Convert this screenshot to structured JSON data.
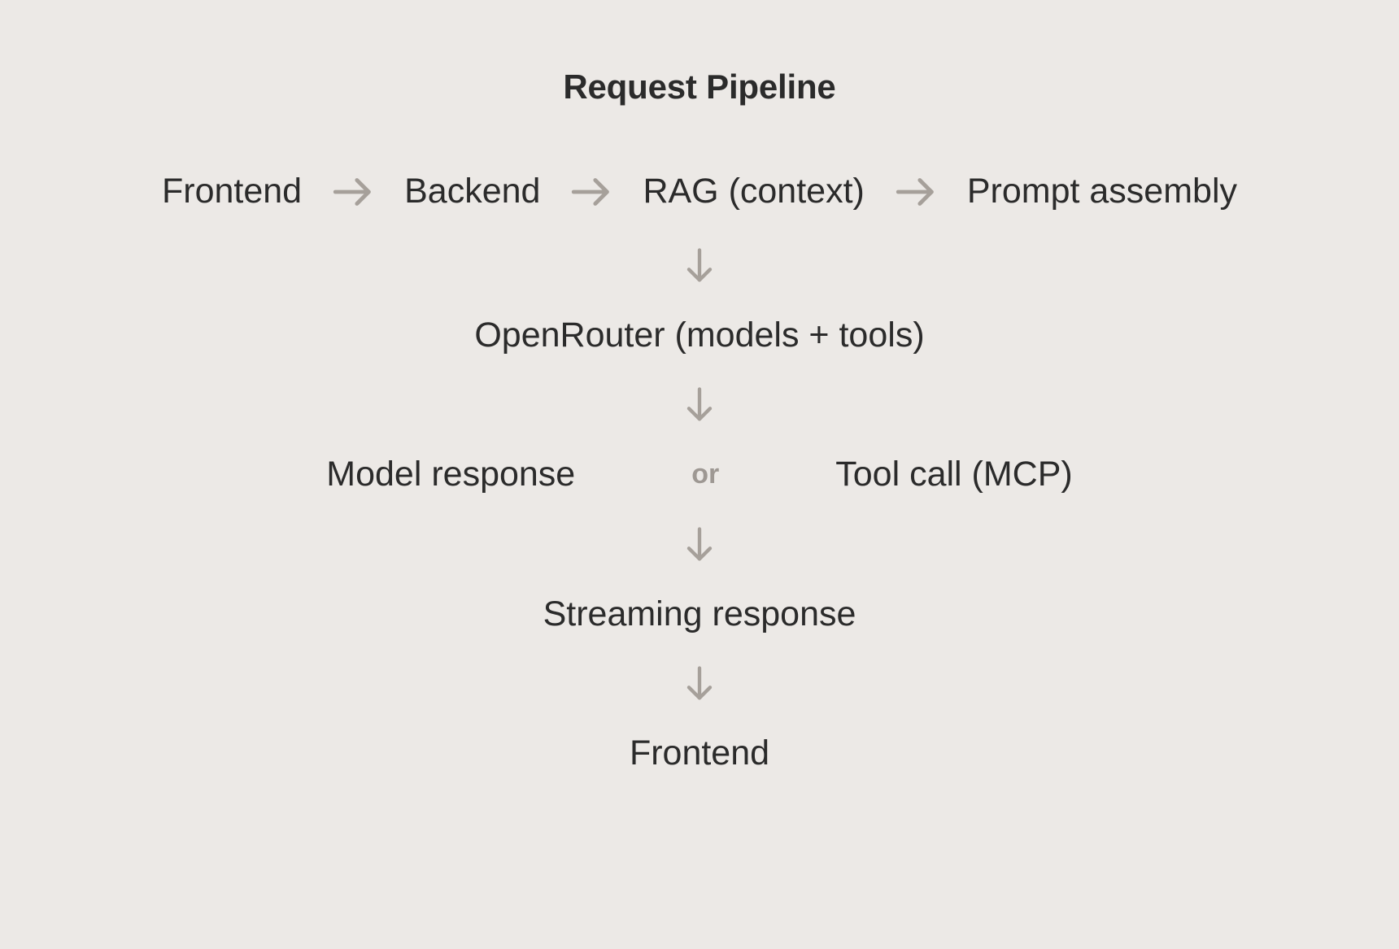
{
  "diagram": {
    "title": "Request Pipeline",
    "colors": {
      "background": "#ECE9E6",
      "text": "#2B2B2B",
      "muted": "#9E9893"
    },
    "chain": {
      "nodes": [
        "Frontend",
        "Backend",
        "RAG (context)",
        "Prompt assembly"
      ],
      "connector": "arrow-right-icon"
    },
    "steps": {
      "openrouter": "OpenRouter (models + tools)",
      "streaming": "Streaming response",
      "frontend_return": "Frontend"
    },
    "branch": {
      "left": "Model response",
      "separator": "or",
      "right": "Tool call (MCP)"
    },
    "connectors": {
      "down": "arrow-down-icon",
      "right": "arrow-right-icon"
    }
  },
  "chart_data": {
    "type": "diagram",
    "title": "Request Pipeline",
    "nodes": [
      {
        "id": "frontend",
        "label": "Frontend",
        "row": 1
      },
      {
        "id": "backend",
        "label": "Backend",
        "row": 1
      },
      {
        "id": "rag",
        "label": "RAG (context)",
        "row": 1
      },
      {
        "id": "prompt",
        "label": "Prompt assembly",
        "row": 1
      },
      {
        "id": "openrouter",
        "label": "OpenRouter (models + tools)",
        "row": 2
      },
      {
        "id": "model_response",
        "label": "Model response",
        "row": 3
      },
      {
        "id": "or",
        "label": "or",
        "row": 3
      },
      {
        "id": "tool_call",
        "label": "Tool call (MCP)",
        "row": 3
      },
      {
        "id": "streaming",
        "label": "Streaming response",
        "row": 4
      },
      {
        "id": "frontend_return",
        "label": "Frontend",
        "row": 5
      }
    ],
    "edges": [
      {
        "from": "frontend",
        "to": "backend",
        "direction": "right"
      },
      {
        "from": "backend",
        "to": "rag",
        "direction": "right"
      },
      {
        "from": "rag",
        "to": "prompt",
        "direction": "right"
      },
      {
        "from": "prompt",
        "to": "openrouter",
        "direction": "down"
      },
      {
        "from": "openrouter",
        "to": "model_response",
        "direction": "down"
      },
      {
        "from": "model_response",
        "to": "streaming",
        "direction": "down"
      },
      {
        "from": "streaming",
        "to": "frontend_return",
        "direction": "down"
      }
    ]
  }
}
